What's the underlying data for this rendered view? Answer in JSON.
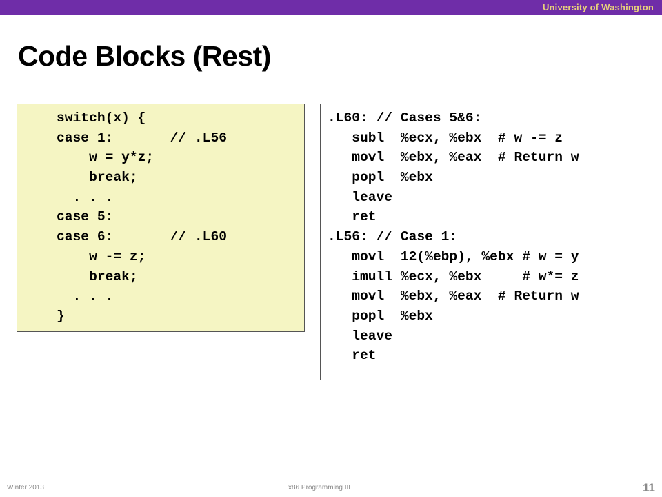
{
  "header": {
    "institution": "University of Washington",
    "bar_color": "#6f2da8",
    "institution_color": "#e8d27c"
  },
  "title": "Code Blocks (Rest)",
  "c_code": {
    "background": "#f5f5c3",
    "lines": [
      "    switch(x) {",
      "    case 1:       // .L56",
      "        w = y*z;",
      "        break;",
      "      . . .",
      "    case 5:",
      "    case 6:       // .L60",
      "        w -= z;",
      "        break;",
      "      . . .",
      "    }"
    ]
  },
  "asm_code": {
    "lines": [
      ".L60: // Cases 5&6:",
      "   subl  %ecx, %ebx  # w -= z",
      "   movl  %ebx, %eax  # Return w",
      "   popl  %ebx",
      "   leave",
      "   ret",
      ".L56: // Case 1:",
      "   movl  12(%ebp), %ebx # w = y",
      "   imull %ecx, %ebx     # w*= z",
      "   movl  %ebx, %eax  # Return w",
      "   popl  %ebx",
      "   leave",
      "   ret"
    ]
  },
  "footer": {
    "term": "Winter 2013",
    "course_topic": "x86 Programming III",
    "page_number": "11"
  }
}
